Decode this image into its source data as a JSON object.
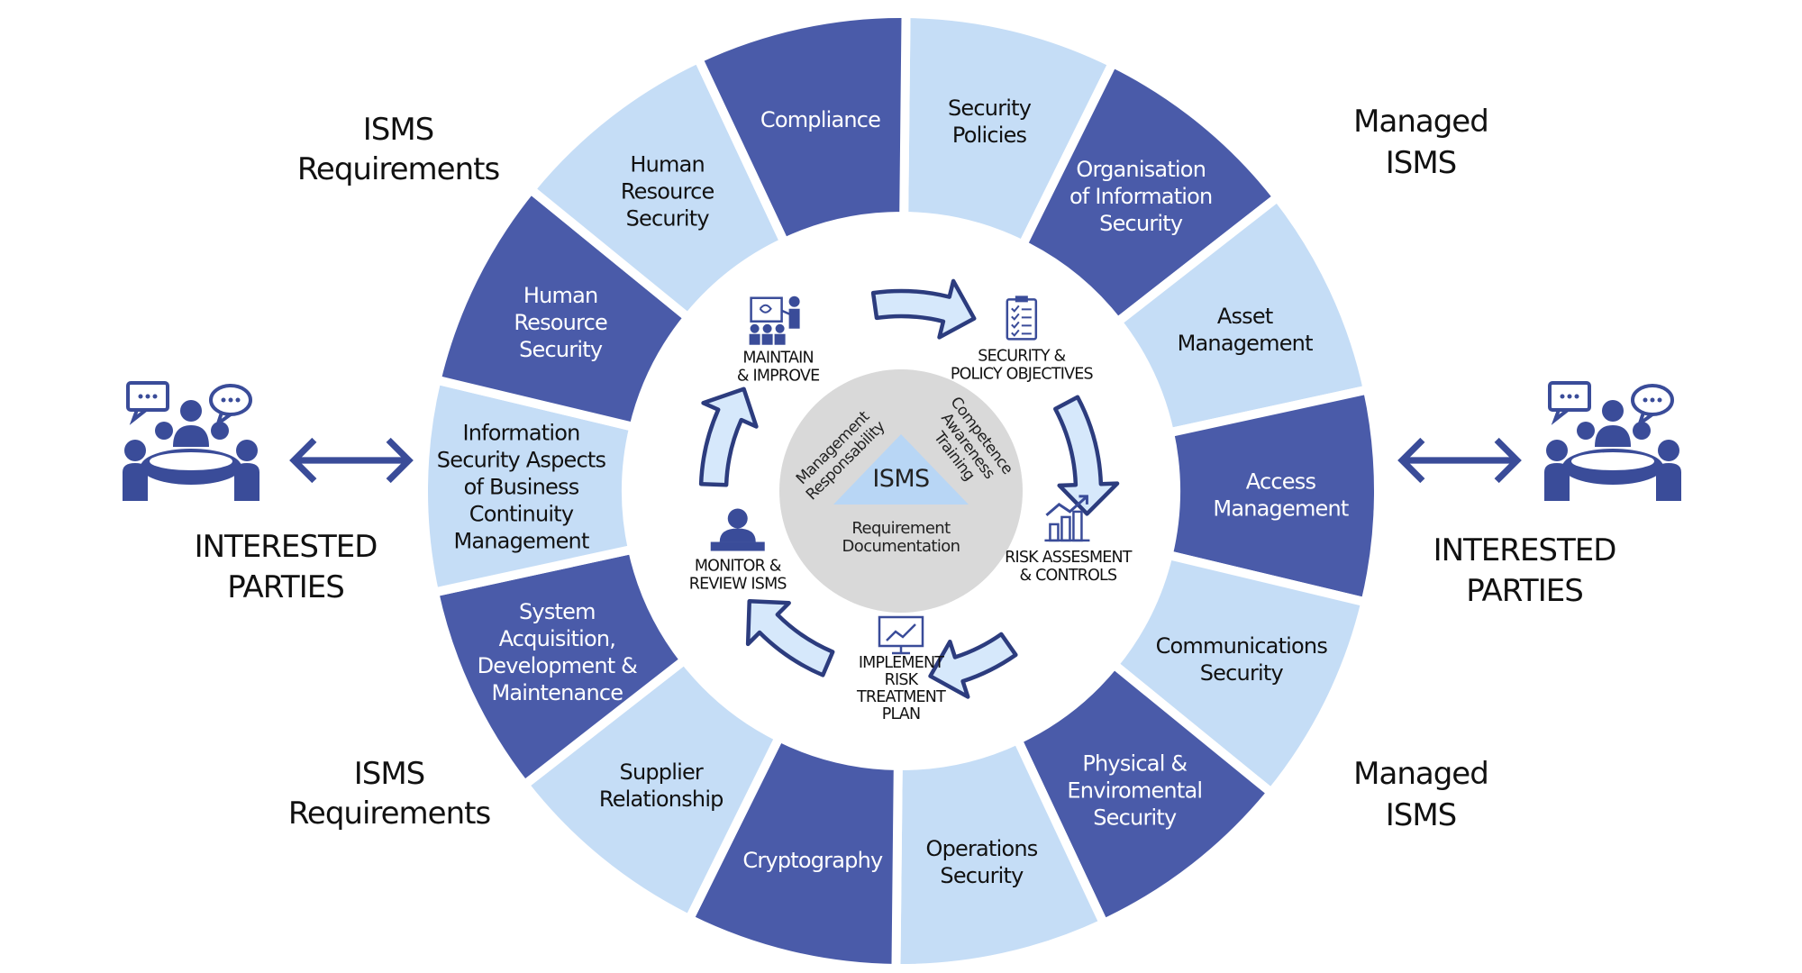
{
  "colors": {
    "dark_segment": "#4a5ba9",
    "light_segment": "#c5ddf6",
    "arrow_fill": "#d6e8fb",
    "arrow_stroke": "#2c3c7e",
    "icon": "#3a4c99",
    "core_circle": "#d9d9d9",
    "triangle": "#b8d6f5"
  },
  "segments": [
    {
      "lines": [
        "Security",
        "Policies"
      ],
      "tone": "light"
    },
    {
      "lines": [
        "Organisation",
        "of Information",
        "Security"
      ],
      "tone": "dark"
    },
    {
      "lines": [
        "Asset",
        "Management"
      ],
      "tone": "light"
    },
    {
      "lines": [
        "Access",
        "Management"
      ],
      "tone": "dark"
    },
    {
      "lines": [
        "Communications",
        "Security"
      ],
      "tone": "light"
    },
    {
      "lines": [
        "Physical &",
        "Enviromental",
        "Security"
      ],
      "tone": "dark"
    },
    {
      "lines": [
        "Operations",
        "Security"
      ],
      "tone": "light"
    },
    {
      "lines": [
        "Cryptography"
      ],
      "tone": "dark"
    },
    {
      "lines": [
        "Supplier",
        "Relationship"
      ],
      "tone": "light"
    },
    {
      "lines": [
        "System",
        "Acquisition,",
        "Development &",
        "Maintenance"
      ],
      "tone": "dark"
    },
    {
      "lines": [
        "Information",
        "Security Aspects",
        "of Business",
        "Continuity",
        "Management"
      ],
      "tone": "light"
    },
    {
      "lines": [
        "Human",
        "Resource",
        "Security"
      ],
      "tone": "dark"
    },
    {
      "lines": [
        "Human",
        "Resource",
        "Security"
      ],
      "tone": "light"
    },
    {
      "lines": [
        "Compliance"
      ],
      "tone": "dark"
    }
  ],
  "cycle_steps": [
    {
      "lines": [
        "SECURITY &",
        "POLICY OBJECTIVES"
      ],
      "icon": "clipboard-checklist-icon"
    },
    {
      "lines": [
        "RISK ASSESMENT",
        "& CONTROLS"
      ],
      "icon": "bar-chart-growth-icon"
    },
    {
      "lines": [
        "IMPLEMENT",
        "RISK",
        "TREATMENT",
        "PLAN"
      ],
      "icon": "presentation-chart-icon"
    },
    {
      "lines": [
        "MONITOR &",
        "REVIEW ISMS"
      ],
      "icon": "person-at-desk-icon"
    },
    {
      "lines": [
        "MAINTAIN",
        "& IMPROVE"
      ],
      "icon": "team-presentation-icon"
    }
  ],
  "core": {
    "title": "ISMS",
    "left_text": [
      "Management",
      "Responsability"
    ],
    "right_text": [
      "Competence",
      "Awareness",
      "Training"
    ],
    "bottom_text": [
      "Requirement",
      "Documentation"
    ]
  },
  "side_labels": {
    "top_left": [
      "ISMS",
      "Requirements"
    ],
    "bottom_left": [
      "ISMS",
      "Requirements"
    ],
    "top_right": [
      "Managed",
      "ISMS"
    ],
    "bottom_right": [
      "Managed",
      "ISMS"
    ]
  },
  "parties": {
    "left": [
      "INTERESTED",
      "PARTIES"
    ],
    "right": [
      "INTERESTED",
      "PARTIES"
    ],
    "icon": "meeting-group-icon",
    "arrow_icon": "double-arrow-icon"
  }
}
